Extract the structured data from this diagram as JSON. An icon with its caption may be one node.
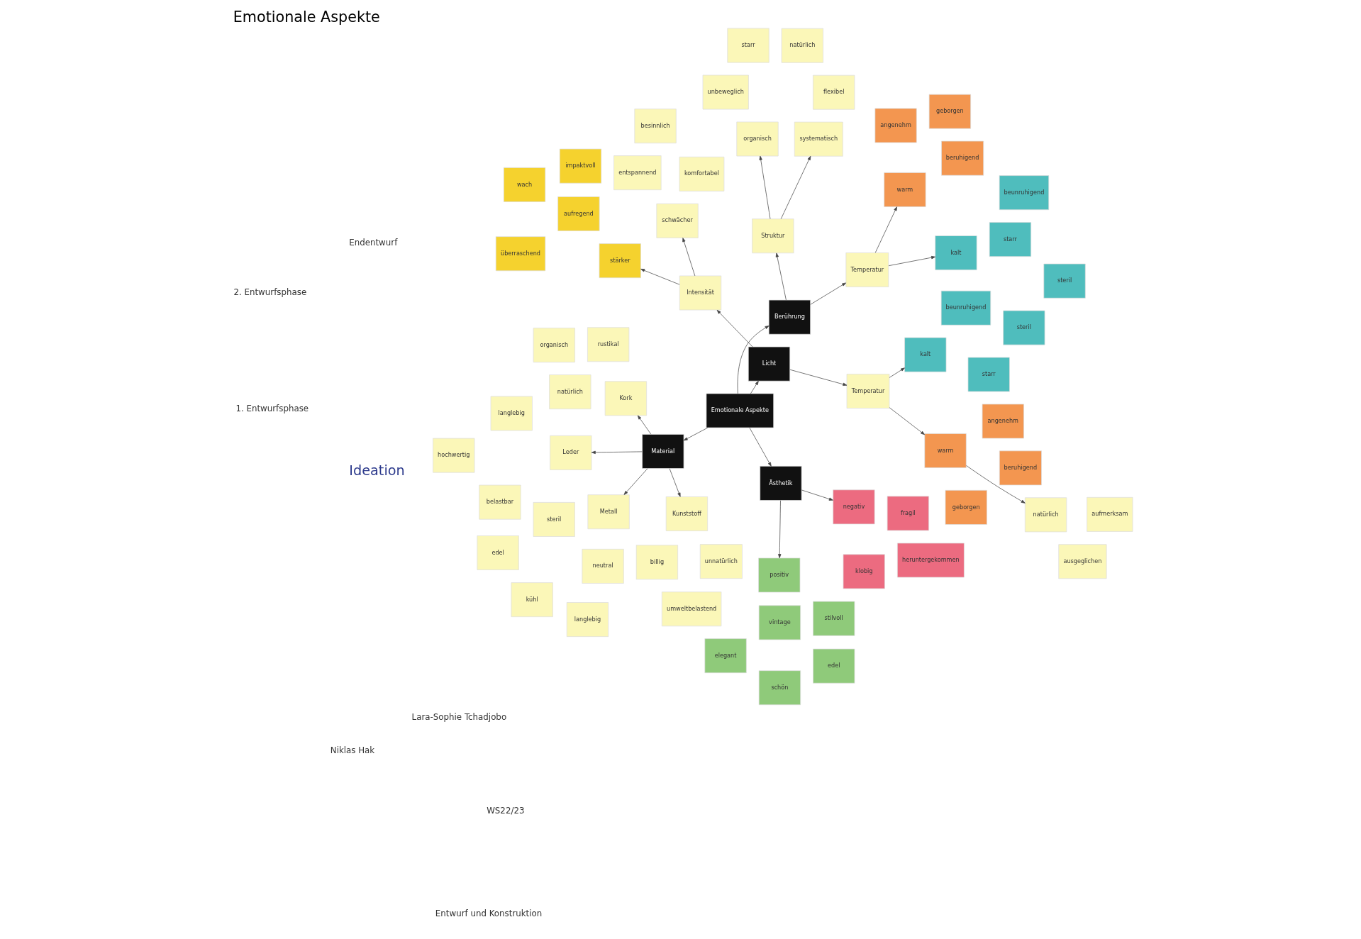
{
  "diagram": {
    "title": "Emotionale Aspekte",
    "nodes": [
      {
        "text": [
          "Emotionale Aspekte"
        ]
      },
      {
        "text": [
          "Ästhetik"
        ]
      },
      {
        "text": [
          "Licht"
        ]
      },
      {
        "text": [
          "Berührung"
        ]
      },
      {
        "text": [
          "Material"
        ]
      },
      {
        "text": [
          "vintage"
        ]
      },
      {
        "text": [
          "elegant"
        ]
      },
      {
        "text": [
          "stilvoll"
        ]
      },
      {
        "text": [
          "schön"
        ]
      },
      {
        "text": [
          "positiv"
        ]
      },
      {
        "text": [
          "edel"
        ]
      },
      {
        "text": [
          "klobig"
        ]
      },
      {
        "text": [
          "heruntergekommen"
        ]
      },
      {
        "text": [
          "fragil"
        ]
      },
      {
        "text": [
          "negativ"
        ]
      },
      {
        "text": [
          "überraschend"
        ]
      },
      {
        "text": [
          "aufregend"
        ]
      },
      {
        "text": [
          "impaktvoll"
        ]
      },
      {
        "text": [
          "wach"
        ]
      },
      {
        "text": [
          "stärker"
        ]
      },
      {
        "text": [
          "Intensität"
        ]
      },
      {
        "text": [
          "entspannend"
        ]
      },
      {
        "text": [
          "komfortabel"
        ]
      },
      {
        "text": [
          "schwächer"
        ]
      },
      {
        "text": [
          "besinnlich"
        ]
      },
      {
        "text": [
          "Temperatur"
        ]
      },
      {
        "text": [
          "beruhigend"
        ]
      },
      {
        "text": [
          "angenehm"
        ]
      },
      {
        "text": [
          "geborgen"
        ]
      },
      {
        "text": [
          "warm"
        ]
      },
      {
        "text": [
          "ausgeglichen"
        ]
      },
      {
        "text": [
          "natürlich"
        ]
      },
      {
        "text": [
          "aufmerksam"
        ]
      },
      {
        "text": [
          "beunruhigend"
        ]
      },
      {
        "text": [
          "kalt"
        ]
      },
      {
        "text": [
          "starr"
        ]
      },
      {
        "text": [
          "steril"
        ]
      },
      {
        "text": [
          "Struktur"
        ]
      },
      {
        "text": [
          "starr"
        ]
      },
      {
        "text": [
          "unbeweglich"
        ]
      },
      {
        "text": [
          "systematisch"
        ]
      },
      {
        "text": [
          "natürlich"
        ]
      },
      {
        "text": [
          "flexibel"
        ]
      },
      {
        "text": [
          "organisch"
        ]
      },
      {
        "text": [
          "Temperatur"
        ]
      },
      {
        "text": [
          "starr"
        ]
      },
      {
        "text": [
          "kalt"
        ]
      },
      {
        "text": [
          "steril"
        ]
      },
      {
        "text": [
          "beunruhigend"
        ]
      },
      {
        "text": [
          "warm"
        ]
      },
      {
        "text": [
          "angenehm"
        ]
      },
      {
        "text": [
          "beruhigend"
        ]
      },
      {
        "text": [
          "geborgen"
        ]
      },
      {
        "text": [
          "Leder"
        ]
      },
      {
        "text": [
          "langlebig"
        ]
      },
      {
        "text": [
          "belastbar"
        ]
      },
      {
        "text": [
          "hochwertig"
        ]
      },
      {
        "text": [
          "Kork"
        ]
      },
      {
        "text": [
          "rustikal"
        ]
      },
      {
        "text": [
          "organisch"
        ]
      },
      {
        "text": [
          "natürlich"
        ]
      },
      {
        "text": [
          "Metall"
        ]
      },
      {
        "text": [
          "kühl"
        ]
      },
      {
        "text": [
          "steril"
        ]
      },
      {
        "text": [
          "langlebig"
        ]
      },
      {
        "text": [
          "edel"
        ]
      },
      {
        "text": [
          "neutral"
        ]
      },
      {
        "text": [
          "Kunststoff"
        ]
      },
      {
        "text": [
          "unnatürlich"
        ]
      },
      {
        "text": [
          "billig"
        ]
      },
      {
        "text": [
          "umweltbelastend"
        ]
      }
    ],
    "edges": [
      {
        "from": 0,
        "to": 1,
        "arrow": "to"
      },
      {
        "from": 0,
        "to": 2,
        "arrow": "to"
      },
      {
        "from": 0,
        "to": 3,
        "arrow": "to"
      },
      {
        "from": 0,
        "to": 4,
        "arrow": "to"
      },
      {
        "from": 1,
        "to": 9,
        "arrow": "to"
      },
      {
        "from": 1,
        "to": 14,
        "arrow": "to"
      },
      {
        "from": 2,
        "to": 20,
        "arrow": "to"
      },
      {
        "from": 20,
        "to": 19,
        "arrow": "to"
      },
      {
        "from": 20,
        "to": 23,
        "arrow": "to"
      },
      {
        "from": 2,
        "to": 25,
        "arrow": "to"
      },
      {
        "from": 25,
        "to": 29,
        "arrow": "to"
      },
      {
        "from": 25,
        "to": 34,
        "arrow": "to"
      },
      {
        "from": 29,
        "to": 31,
        "arrow": "to"
      },
      {
        "from": 3,
        "to": 37,
        "arrow": "to"
      },
      {
        "from": 37,
        "to": 40,
        "arrow": "to"
      },
      {
        "from": 37,
        "to": 43,
        "arrow": "to"
      },
      {
        "from": 3,
        "to": 44,
        "arrow": "to"
      },
      {
        "from": 44,
        "to": 46,
        "arrow": "to"
      },
      {
        "from": 44,
        "to": 49,
        "arrow": "to"
      },
      {
        "from": 4,
        "to": 53,
        "arrow": "to"
      },
      {
        "from": 4,
        "to": 57,
        "arrow": "to"
      },
      {
        "from": 4,
        "to": 61,
        "arrow": "to"
      },
      {
        "from": 4,
        "to": 67,
        "arrow": "to"
      }
    ],
    "labels": [
      "Ideation",
      "1. Entwurfsphase",
      "2. Entwurfsphase",
      "Endentwurf",
      "Entwurf und Konstruktion",
      "WS22/23",
      "Lara-Sophie Tchadjobo",
      "Niklas Hak"
    ]
  }
}
